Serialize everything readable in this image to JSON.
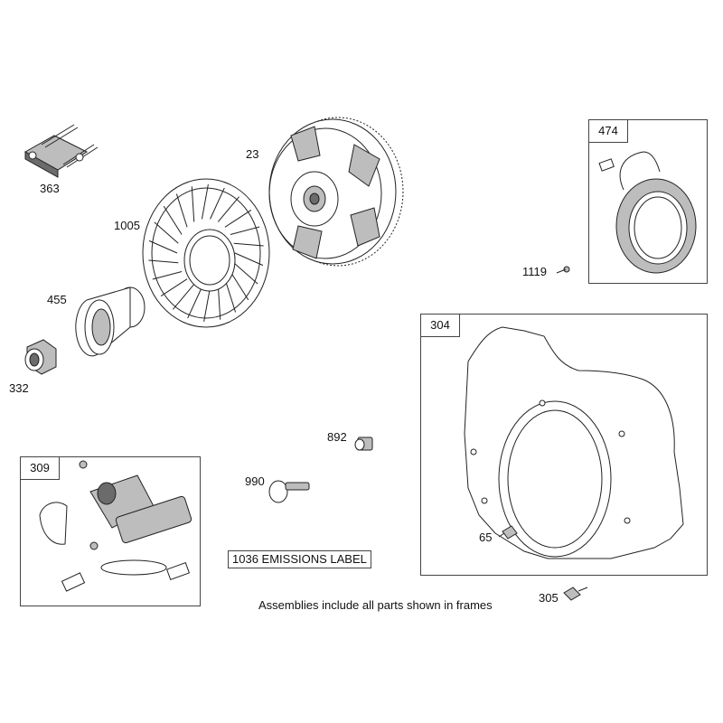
{
  "parts": {
    "p363": "363",
    "p23": "23",
    "p1005": "1005",
    "p455": "455",
    "p332": "332",
    "p474": "474",
    "p1119": "1119",
    "p304": "304",
    "p892": "892",
    "p990": "990",
    "p309": "309",
    "p65": "65",
    "p305": "305"
  },
  "emissions_label": "1036 EMISSIONS LABEL",
  "footer_note": "Assemblies include all parts shown in frames"
}
